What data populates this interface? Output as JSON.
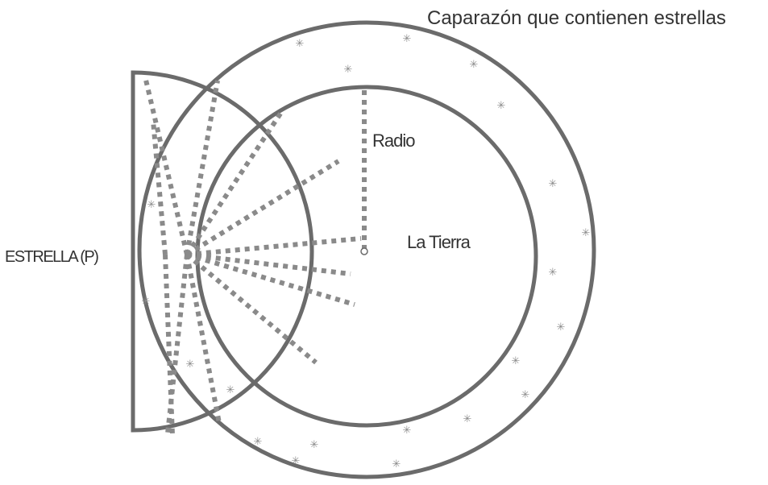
{
  "labels": {
    "shell": "Caparazón que contienen estrellas",
    "radius": "Radio",
    "earth": "La Tierra",
    "star": "ESTRELLA (P)"
  },
  "colors": {
    "line": "#6b6b6b",
    "dotted": "#8a8a8a",
    "text": "#333333"
  },
  "icons": {
    "earth_marker": "small-circle-icon",
    "shell_star": "asterisk-icon"
  }
}
